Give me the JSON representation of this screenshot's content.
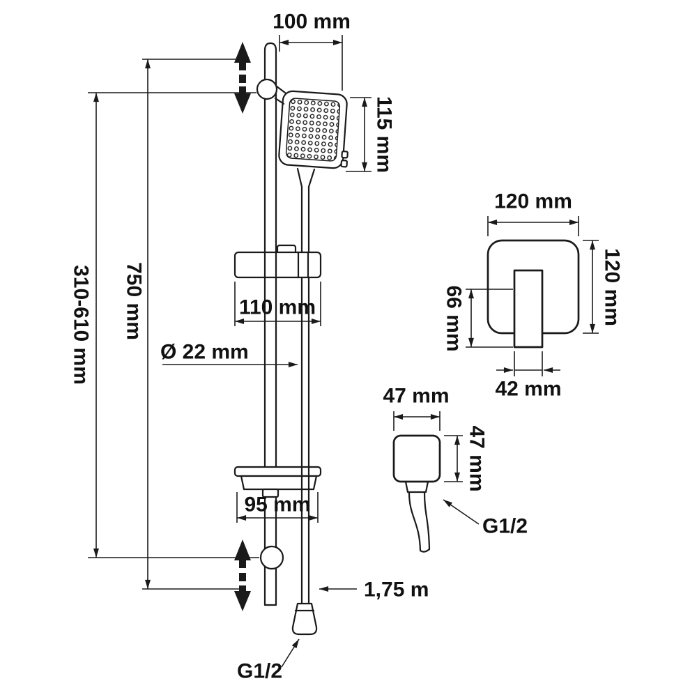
{
  "diagram": {
    "title": "Shower rail set dimensional drawing",
    "labels": {
      "top_width": "100 mm",
      "head_height": "115 mm",
      "rail_adjust": "310-610 mm",
      "rail_length": "750 mm",
      "holder_width": "110 mm",
      "rail_diameter": "Ø 22 mm",
      "dish_width": "95 mm",
      "hose_length": "1,75 m",
      "hose_thread_bottom": "G1/2",
      "bracket_width": "120 mm",
      "bracket_height": "120 mm",
      "clamp_height": "66 mm",
      "clamp_width": "42 mm",
      "connector_width": "47 mm",
      "connector_height": "47 mm",
      "connector_thread": "G1/2"
    },
    "colors": {
      "ink": "#1a1a1a",
      "background": "#ffffff"
    }
  }
}
